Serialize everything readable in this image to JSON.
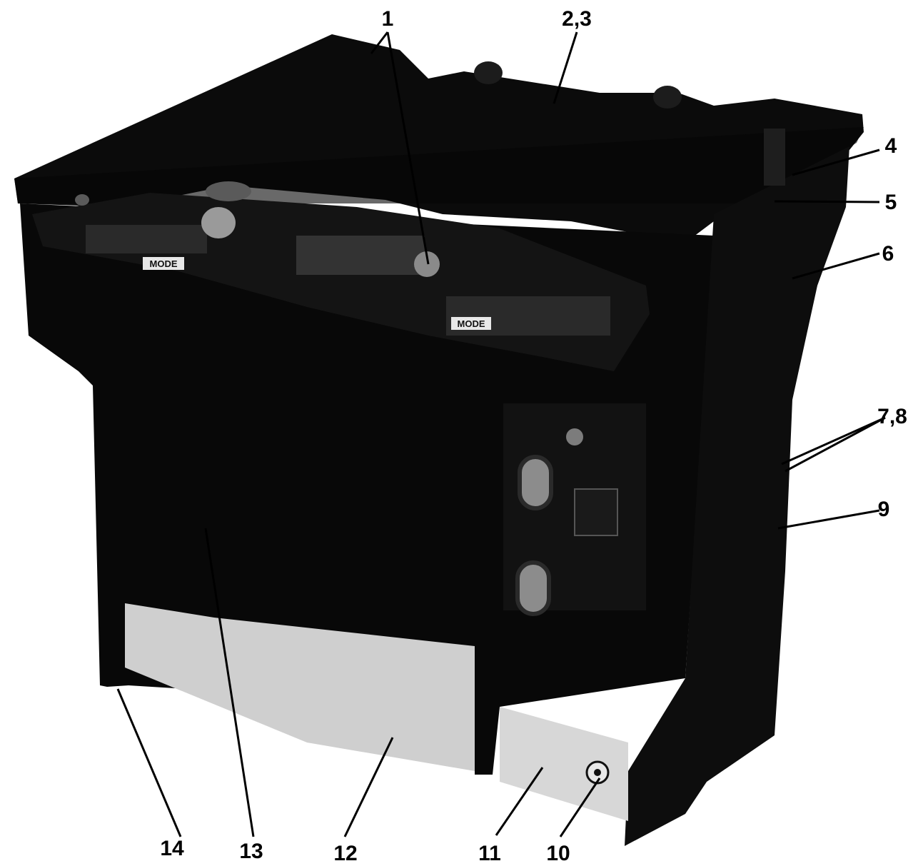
{
  "figure": {
    "callouts": {
      "c1": "1",
      "c23": "2,3",
      "c4": "4",
      "c5": "5",
      "c6": "6",
      "c78": "7,8",
      "c9": "9",
      "c10": "10",
      "c11": "11",
      "c12": "12",
      "c13": "13",
      "c14": "14"
    },
    "panel_labels": {
      "left_mode": "MODE",
      "right_mode": "MODE"
    }
  }
}
